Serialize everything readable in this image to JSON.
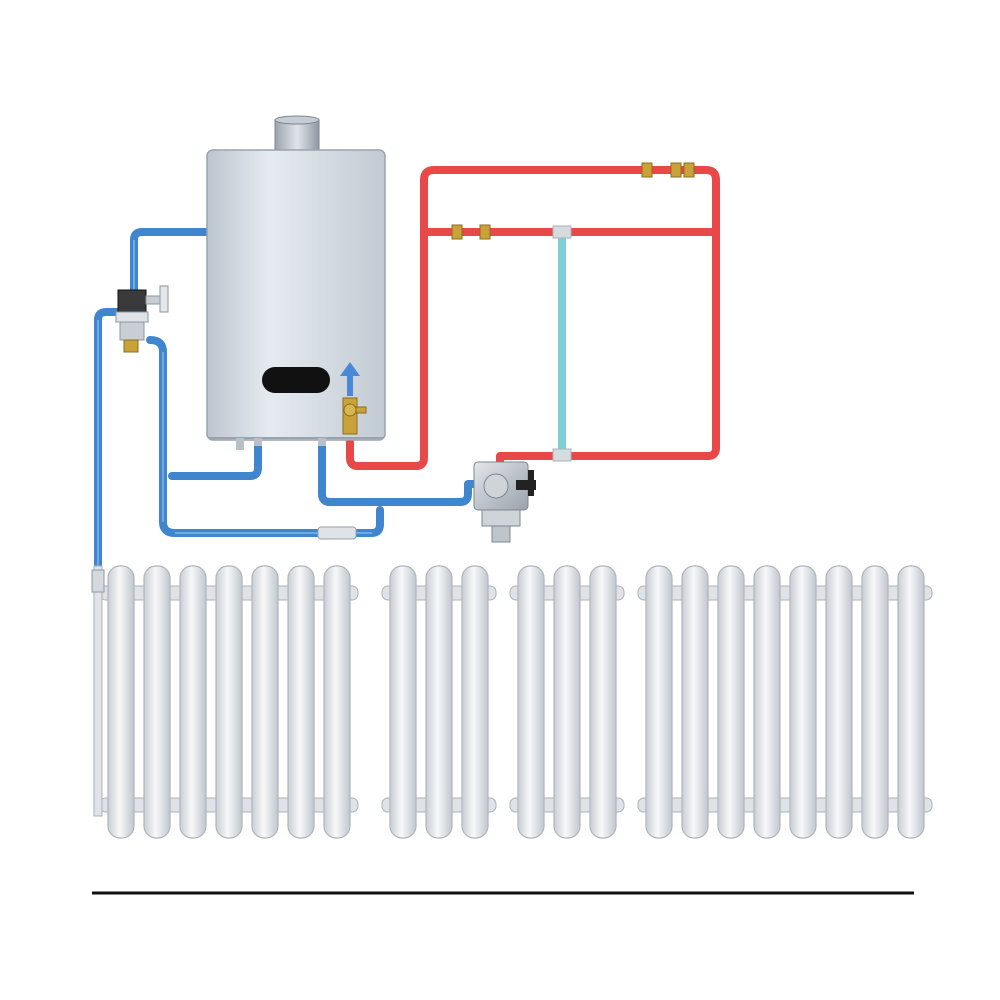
{
  "colors": {
    "background": "#ffffff",
    "supply_pipe": "#e84848",
    "return_pipe": "#3f86cf",
    "bypass_pipe": "#7fd0d6",
    "heater_body": "#d4dbe3",
    "heater_display": "#111111",
    "flow_arrow": "#4a88d8",
    "radiator": "#eceff2",
    "radiator_shadow": "#b9c0c8",
    "brass": "#c9a23a",
    "floor_line": "#111111"
  },
  "components": {
    "water_heater": {
      "icon": "wall-mounted-water-heater-icon"
    },
    "flue": {
      "icon": "exhaust-flue-icon"
    },
    "display": {
      "icon": "display-panel-icon"
    },
    "flow_arrow": {
      "icon": "flow-direction-arrow-icon"
    },
    "pump_valve": {
      "icon": "mixing-valve-icon"
    },
    "inlet_valve": {
      "icon": "pressure-valve-icon"
    },
    "bypass": {
      "icon": "bypass-pipe-icon"
    },
    "radiator_groups": [
      {
        "icon": "radiator-icon",
        "fins": 7
      },
      {
        "icon": "radiator-icon",
        "fins": 3
      },
      {
        "icon": "radiator-icon",
        "fins": 3
      },
      {
        "icon": "radiator-icon",
        "fins": 8
      }
    ],
    "floor_line": {
      "icon": "floor-line-icon"
    }
  }
}
